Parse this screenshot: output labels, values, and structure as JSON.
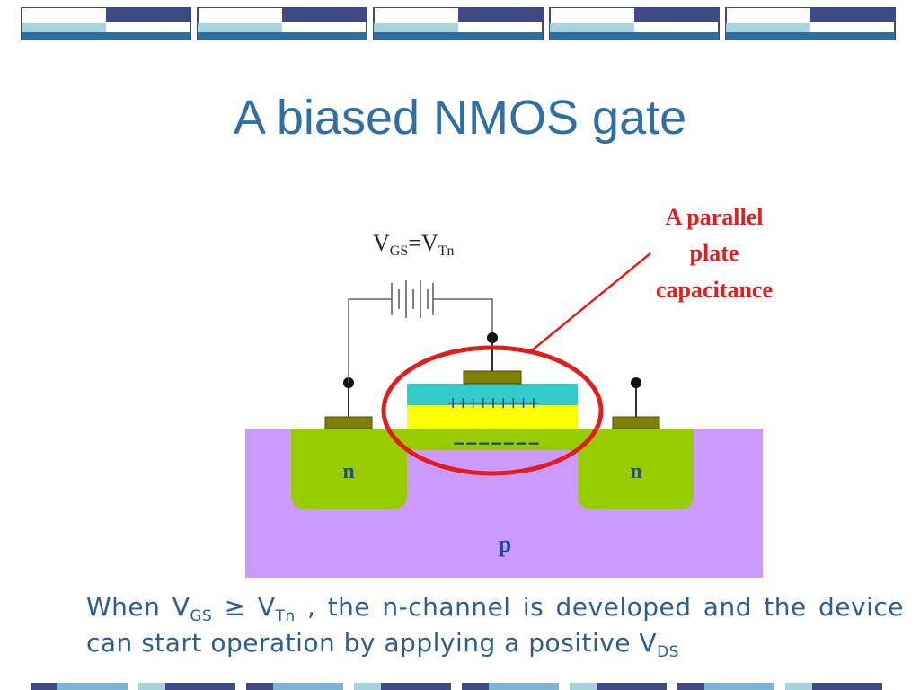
{
  "slide": {
    "title": "A biased NMOS gate"
  },
  "diagram": {
    "bias_label": {
      "v": "V",
      "gs": "GS",
      "eq": "=",
      "v2": "V",
      "tn": "Tn"
    },
    "annotation": [
      "A parallel",
      "plate",
      "capacitance"
    ],
    "plus_row": "+++++++++",
    "minus_row": "−−−−−−−",
    "region_left": "n",
    "region_right": "n",
    "region_substrate": "p",
    "colors": {
      "substrate": "#cc99ff",
      "n_region": "#99cc00",
      "oxide": "#33cccc",
      "gate_layer": "#ffff00",
      "contact": "#808000",
      "annotation_red": "#e31d1d",
      "label_blue": "#1f4e8c"
    }
  },
  "caption": {
    "when": "When V",
    "gs": "GS",
    "geq": " ≥ V",
    "tn": "Tn",
    "rest1": " , the n-channel is developed and the device can start operation by applying a positive V",
    "ds": "DS"
  },
  "decor": {
    "band_dark": "#3f4a85",
    "band_light": "#a7d3dc",
    "band_mid": "#2e6ea1"
  }
}
